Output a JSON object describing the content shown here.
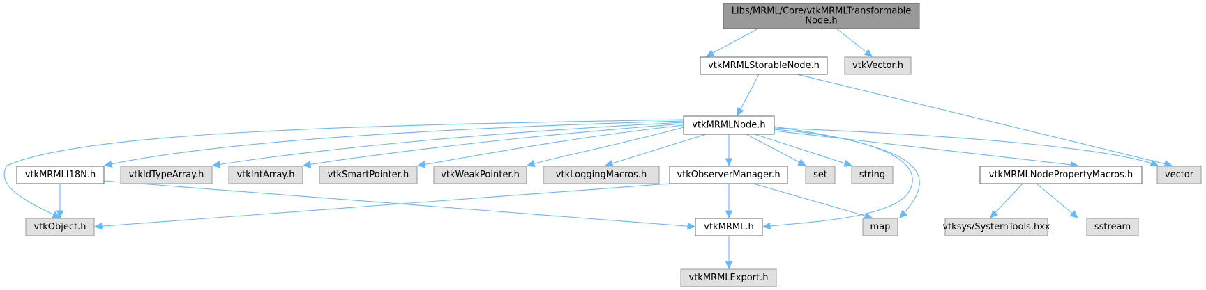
{
  "diagram": {
    "type": "include-dependency-graph",
    "colors": {
      "root_fill": "#999999",
      "root_border": "#666666",
      "documented_fill": "#ffffff",
      "documented_border": "#666666",
      "external_fill": "#e0e0e0",
      "external_border": "#999999",
      "edge": "#63b8ff"
    },
    "nodes": [
      {
        "id": "root",
        "label": "Libs/MRML/Core/vtkMRMLTransformable\nNode.h",
        "kind": "root"
      },
      {
        "id": "storable",
        "label": "vtkMRMLStorableNode.h",
        "kind": "documented"
      },
      {
        "id": "vtkvector",
        "label": "vtkVector.h",
        "kind": "external"
      },
      {
        "id": "mrmlnode",
        "label": "vtkMRMLNode.h",
        "kind": "documented"
      },
      {
        "id": "i18n",
        "label": "vtkMRMLI18N.h",
        "kind": "documented"
      },
      {
        "id": "idtype",
        "label": "vtkIdTypeArray.h",
        "kind": "external"
      },
      {
        "id": "intarray",
        "label": "vtkIntArray.h",
        "kind": "external"
      },
      {
        "id": "smartptr",
        "label": "vtkSmartPointer.h",
        "kind": "external"
      },
      {
        "id": "weakptr",
        "label": "vtkWeakPointer.h",
        "kind": "external"
      },
      {
        "id": "logging",
        "label": "vtkLoggingMacros.h",
        "kind": "external"
      },
      {
        "id": "observer",
        "label": "vtkObserverManager.h",
        "kind": "documented"
      },
      {
        "id": "set",
        "label": "set",
        "kind": "external"
      },
      {
        "id": "string",
        "label": "string",
        "kind": "external"
      },
      {
        "id": "propmacros",
        "label": "vtkMRMLNodePropertyMacros.h",
        "kind": "documented"
      },
      {
        "id": "vector",
        "label": "vector",
        "kind": "external"
      },
      {
        "id": "object",
        "label": "vtkObject.h",
        "kind": "external"
      },
      {
        "id": "mrml",
        "label": "vtkMRML.h",
        "kind": "documented"
      },
      {
        "id": "map",
        "label": "map",
        "kind": "external"
      },
      {
        "id": "systools",
        "label": "vtksys/SystemTools.hxx",
        "kind": "external"
      },
      {
        "id": "sstream",
        "label": "sstream",
        "kind": "external"
      },
      {
        "id": "export",
        "label": "vtkMRMLExport.h",
        "kind": "external"
      }
    ],
    "edges": [
      [
        "root",
        "storable"
      ],
      [
        "root",
        "vtkvector"
      ],
      [
        "storable",
        "mrmlnode"
      ],
      [
        "storable",
        "vector"
      ],
      [
        "mrmlnode",
        "i18n"
      ],
      [
        "mrmlnode",
        "idtype"
      ],
      [
        "mrmlnode",
        "intarray"
      ],
      [
        "mrmlnode",
        "smartptr"
      ],
      [
        "mrmlnode",
        "weakptr"
      ],
      [
        "mrmlnode",
        "logging"
      ],
      [
        "mrmlnode",
        "observer"
      ],
      [
        "mrmlnode",
        "set"
      ],
      [
        "mrmlnode",
        "string"
      ],
      [
        "mrmlnode",
        "propmacros"
      ],
      [
        "mrmlnode",
        "vector"
      ],
      [
        "mrmlnode",
        "object"
      ],
      [
        "mrmlnode",
        "mrml"
      ],
      [
        "mrmlnode",
        "map"
      ],
      [
        "i18n",
        "object"
      ],
      [
        "i18n",
        "mrml"
      ],
      [
        "observer",
        "object"
      ],
      [
        "observer",
        "mrml"
      ],
      [
        "observer",
        "map"
      ],
      [
        "mrml",
        "export"
      ],
      [
        "propmacros",
        "systools"
      ],
      [
        "propmacros",
        "sstream"
      ]
    ]
  }
}
